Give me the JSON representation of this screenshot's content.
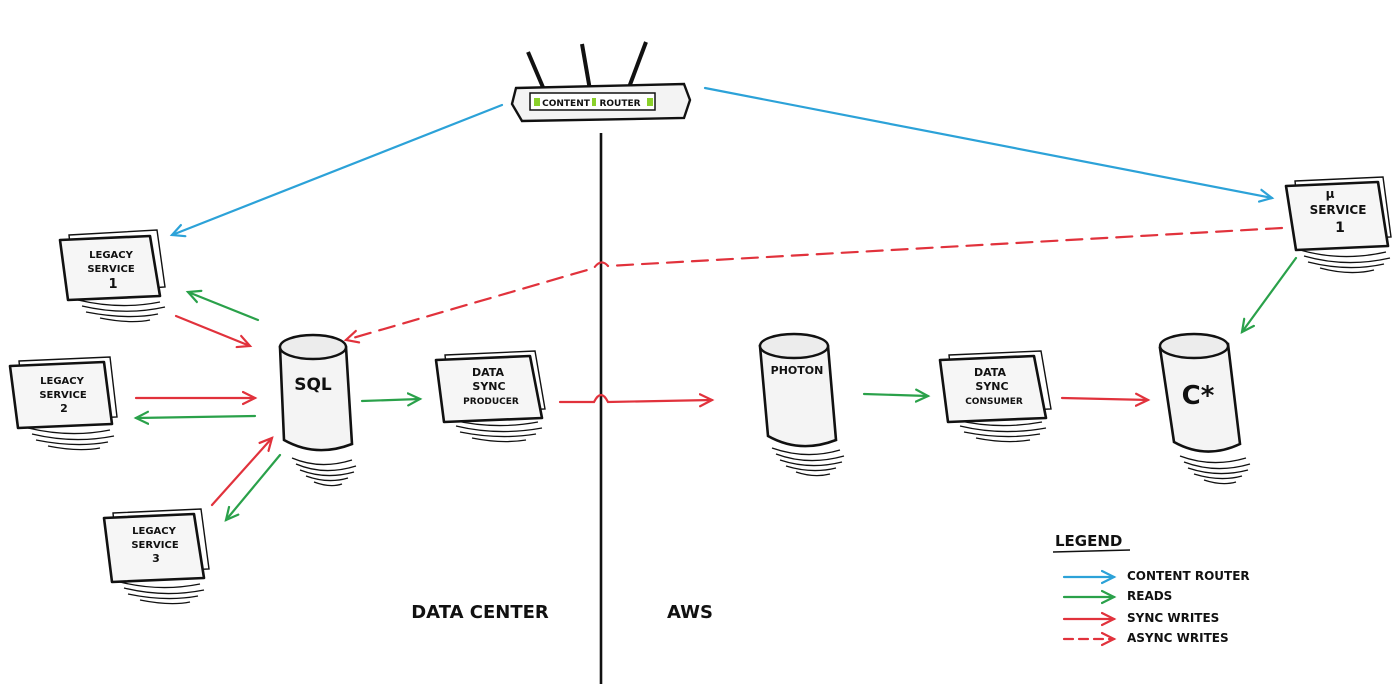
{
  "colors": {
    "content_router": "#2ca2d8",
    "reads": "#2aa14a",
    "sync_writes": "#e1323c",
    "async_writes": "#e1323c",
    "ink": "#111111",
    "router_led": "#8ad02a"
  },
  "router": {
    "label_left": "CONTENT",
    "label_right": "ROUTER"
  },
  "nodes": {
    "legacy1": {
      "lines": [
        "LEGACY",
        "SERVICE",
        "1"
      ]
    },
    "legacy2": {
      "lines": [
        "LEGACY",
        "SERVICE",
        "2"
      ]
    },
    "legacy3": {
      "lines": [
        "LEGACY",
        "SERVICE",
        "3"
      ]
    },
    "sql": {
      "label": "SQL"
    },
    "producer": {
      "lines": [
        "DATA",
        "SYNC",
        "PRODUCER"
      ]
    },
    "photon": {
      "label": "PHOTON"
    },
    "consumer": {
      "lines": [
        "DATA",
        "SYNC",
        "CONSUMER"
      ]
    },
    "cstar": {
      "label": "C*"
    },
    "micro": {
      "lines": [
        "μ",
        "SERVICE",
        "1"
      ]
    }
  },
  "regions": {
    "left": "DATA CENTER",
    "right": "AWS"
  },
  "legend": {
    "title": "LEGEND",
    "items": [
      {
        "label": "CONTENT ROUTER",
        "kind": "content_router"
      },
      {
        "label": "READS",
        "kind": "reads"
      },
      {
        "label": "SYNC WRITES",
        "kind": "sync_writes"
      },
      {
        "label": "ASYNC WRITES",
        "kind": "async_writes"
      }
    ]
  }
}
